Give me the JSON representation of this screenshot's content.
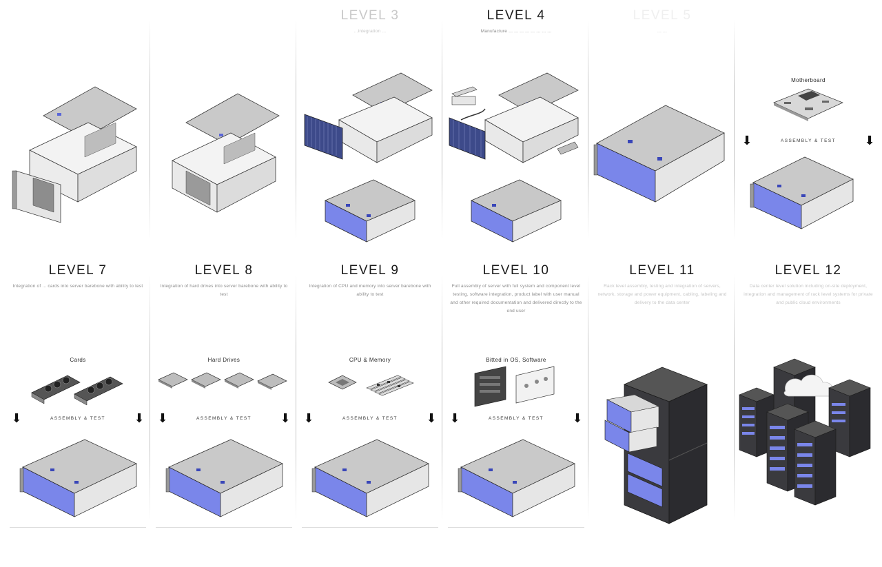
{
  "levels": [
    {
      "title": "",
      "description": ""
    },
    {
      "title": "",
      "description": ""
    },
    {
      "title": "LEVEL 3",
      "description": "...integration ..."
    },
    {
      "title": "LEVEL 4",
      "description": "Manufacture ... ... ...  ... ... ...  ...  ..."
    },
    {
      "title": "LEVEL 5",
      "description": "... ..."
    },
    {
      "title": "",
      "description": "",
      "parts_label": "Motherboard",
      "assembly_label": "ASSEMBLY & TEST"
    },
    {
      "title": "LEVEL 7",
      "description": "Integration of ... cards into server barebone with ability to test",
      "parts_label": "Cards",
      "assembly_label": "ASSEMBLY & TEST"
    },
    {
      "title": "LEVEL 8",
      "description": "Integration of hard drives into server barebone with ability to test",
      "parts_label": "Hard Drives",
      "assembly_label": "ASSEMBLY & TEST"
    },
    {
      "title": "LEVEL 9",
      "description": "Integration of CPU and memory into server barebone with ability to test",
      "parts_label": "CPU & Memory",
      "assembly_label": "ASSEMBLY & TEST"
    },
    {
      "title": "LEVEL 10",
      "description": "Full assembly of server with full system and component level testing, software integration, product label with user manual and other required documentation and delivered directly to the end user",
      "parts_label": "Bitted in OS, Software",
      "assembly_label": "ASSEMBLY & TEST"
    },
    {
      "title": "LEVEL 11",
      "description": "Rack level assembly, testing and integration of servers, network, storage and power equipment, cabling, labeling and delivery to the data center",
      "parts_label": "",
      "assembly_label": ""
    },
    {
      "title": "LEVEL 12",
      "description": "Data center level solution including on-site deployment, integration and management of rack level systems for private and public cloud environments",
      "parts_label": "",
      "assembly_label": ""
    }
  ],
  "icons": {
    "arrow": "down-arrow-icon",
    "chassis": "server-chassis-icon",
    "rack": "server-rack-icon",
    "cloud": "cloud-icon"
  },
  "colors": {
    "front_bezel": "#7a86ea",
    "chassis_top": "#c9c9c9",
    "chassis_side": "#ececec",
    "rack_body": "#2f2f33",
    "outline": "#3a3a3a"
  }
}
